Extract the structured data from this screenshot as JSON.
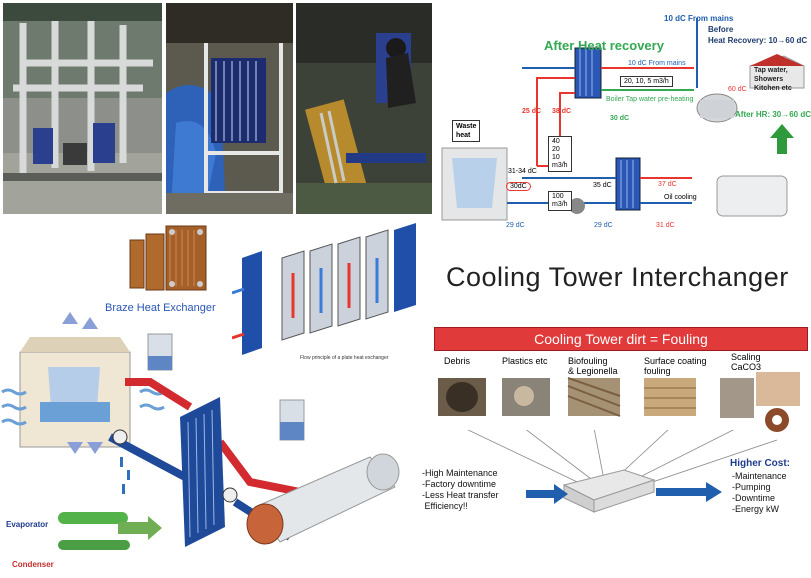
{
  "hr_diagram": {
    "title": "After Heat recovery",
    "top_from_mains": "10 dC  From mains",
    "before_hr_label": "Before",
    "before_hr_value": "Heat Recovery: 10→60 dC",
    "mid_from_mains": "10 dC  From mains",
    "flow_box": "20, 10, 5 m3/h",
    "preheat": "Boiler Tap water pre-heating",
    "t_30_left": "30 dC",
    "t_60": "60 dC",
    "tap_water": "Tap water,\nShowers\nKitchen etc",
    "after_hr": "After HR: 30→60 dC",
    "t_25": "25 dC",
    "t_38": "38 dC",
    "waste_heat": "Waste\nheat",
    "t_3134": "31-34 dC",
    "t_30c": "30dC",
    "flows_col": "40\n20\n10\nm3/h",
    "flow_100": "100\nm3/h",
    "t_35": "35 dC",
    "t_37": "37 dC",
    "oil_cooling": "Oil cooling",
    "t_29_left": "29 dC",
    "t_29_right": "29 dC",
    "t_31": "31 dC"
  },
  "main_title": "Cooling Tower  Interchanger",
  "braze": {
    "label": "Braze Heat Exchanger",
    "flow_caption": "Flow principle of a plate heat exchanger"
  },
  "tower_diagram": {
    "evaporator": "Evaporator",
    "condenser": "Condenser"
  },
  "fouling": {
    "header": "Cooling Tower dirt = Fouling",
    "categories": [
      {
        "label": "Debris"
      },
      {
        "label": "Plastics etc"
      },
      {
        "label": "Biofouling\n& Legionella"
      },
      {
        "label": "Surface coating\nfouling"
      },
      {
        "label": "Scaling\nCaCO3"
      }
    ],
    "left_effects": "-High Maintenance\n-Factory downtime\n-Less Heat transfer\n Efficiency!!",
    "higher_cost_title": "Higher Cost:",
    "right_effects": "-Maintenance\n-Pumping\n-Downtime\n-Energy kW"
  },
  "colors": {
    "hot": "#e8362f",
    "cold": "#1f5fae",
    "green": "#34a853",
    "fouling_red": "#e03a3a"
  }
}
